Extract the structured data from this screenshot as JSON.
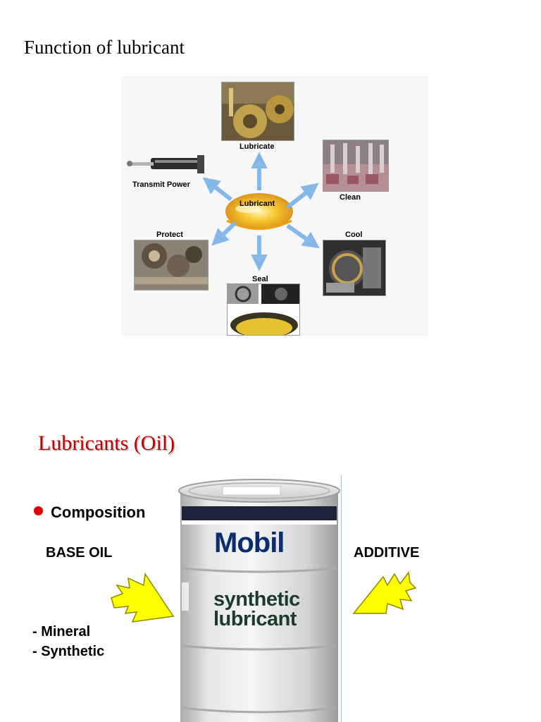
{
  "slide1": {
    "title": "Function of lubricant",
    "diagram": {
      "center_label": "Lubricant",
      "functions": {
        "lubricate": "Lubricate",
        "clean": "Clean",
        "cool": "Cool",
        "seal": "Seal",
        "protect": "Protect",
        "transmit_power": "Transmit Power"
      }
    }
  },
  "slide2": {
    "title": "Lubricants (Oil)",
    "bullet": "Composition",
    "left_heading": "BASE OIL",
    "right_heading": "ADDITIVE",
    "base_oil_types": [
      "- Mineral",
      "- Synthetic"
    ],
    "drum": {
      "brand": "Mobil",
      "product_line1": "synthetic",
      "product_line2": "lubricant",
      "brand_color": "#0b2d6e",
      "brand_accent_color": "#d1001f"
    }
  },
  "colors": {
    "arrow_blue": "#86b7e9",
    "arrow_yellow": "#ffff00",
    "title_red": "#c00000"
  }
}
